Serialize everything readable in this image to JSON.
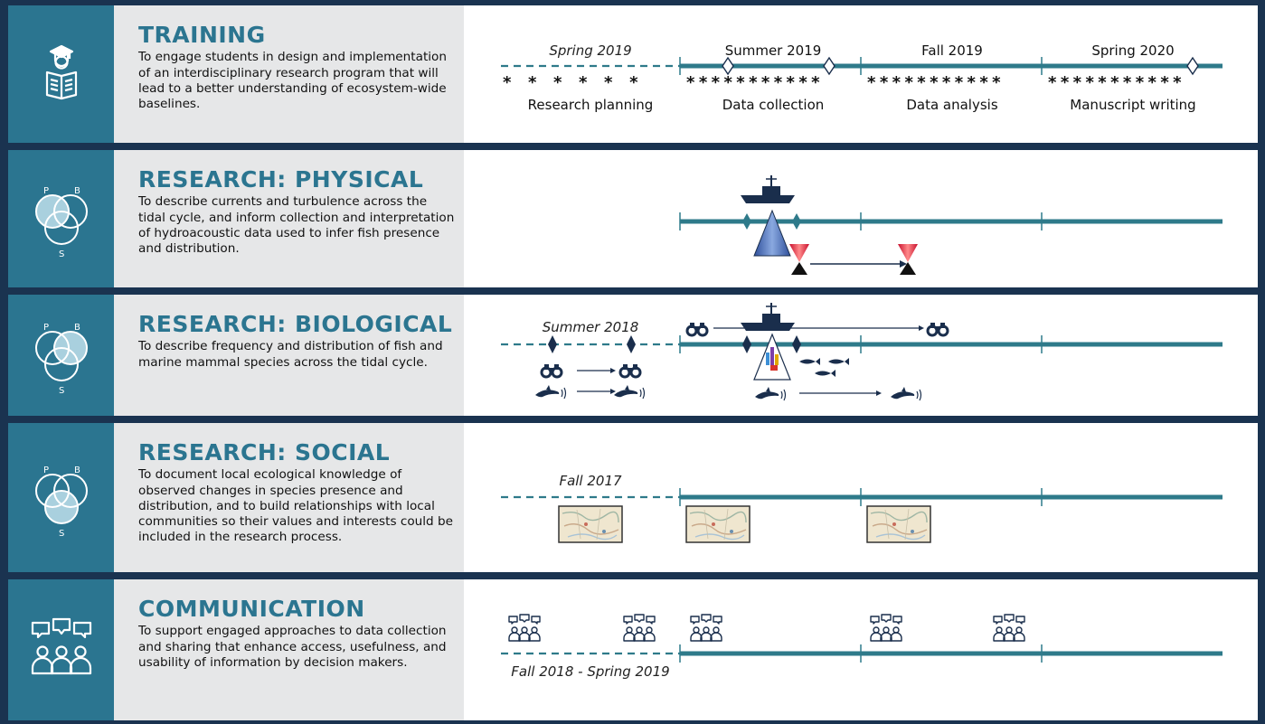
{
  "rows": [
    {
      "id": "training",
      "title": "TRAINING",
      "description": "To engage students in design and implementation of an interdisciplinary research program that will lead to a better understanding of ecosystem-wide baselines."
    },
    {
      "id": "physical",
      "title": "RESEARCH: PHYSICAL",
      "description": "To describe currents and turbulence across the tidal cycle, and inform collection and interpretation of hydroacoustic data used to infer fish presence and distribution."
    },
    {
      "id": "biological",
      "title": "RESEARCH: BIOLOGICAL",
      "description": "To describe frequency and distribution of fish and marine mammal species across the tidal cycle."
    },
    {
      "id": "social",
      "title": "RESEARCH: SOCIAL",
      "description": "To document local ecological knowledge of observed changes in species presence and distribution, and to build relationships with local communities so their values and interests could be included in the research process."
    },
    {
      "id": "communication",
      "title": "COMMUNICATION",
      "description": "To support engaged approaches to data collection and sharing that enhance access, usefulness, and usability of information by decision makers."
    }
  ],
  "venn_labels": {
    "p": "P",
    "b": "B",
    "s": "S"
  },
  "timeline": {
    "periods": [
      "Spring 2019",
      "Summer 2019",
      "Fall 2019",
      "Spring 2020"
    ],
    "phases": [
      "Research planning",
      "Data collection",
      "Data analysis",
      "Manuscript writing"
    ],
    "pre_labels": {
      "biological": "Summer 2018",
      "social": "Fall 2017",
      "communication": "Fall 2018 - Spring 2019"
    }
  },
  "colors": {
    "frame": "#1a3350",
    "accent": "#2b7590",
    "panel": "#e6e7e8",
    "line": "#2e7a8a",
    "navy": "#1a2e4c"
  },
  "icons": [
    "student-reading-icon",
    "venn-diagram-icon",
    "research-vessel-icon",
    "adcp-triangle-icon",
    "mooring-cone-icon",
    "binoculars-icon",
    "dolphin-hydrophone-icon",
    "fish-icon",
    "map-icon",
    "people-discussion-icon"
  ]
}
